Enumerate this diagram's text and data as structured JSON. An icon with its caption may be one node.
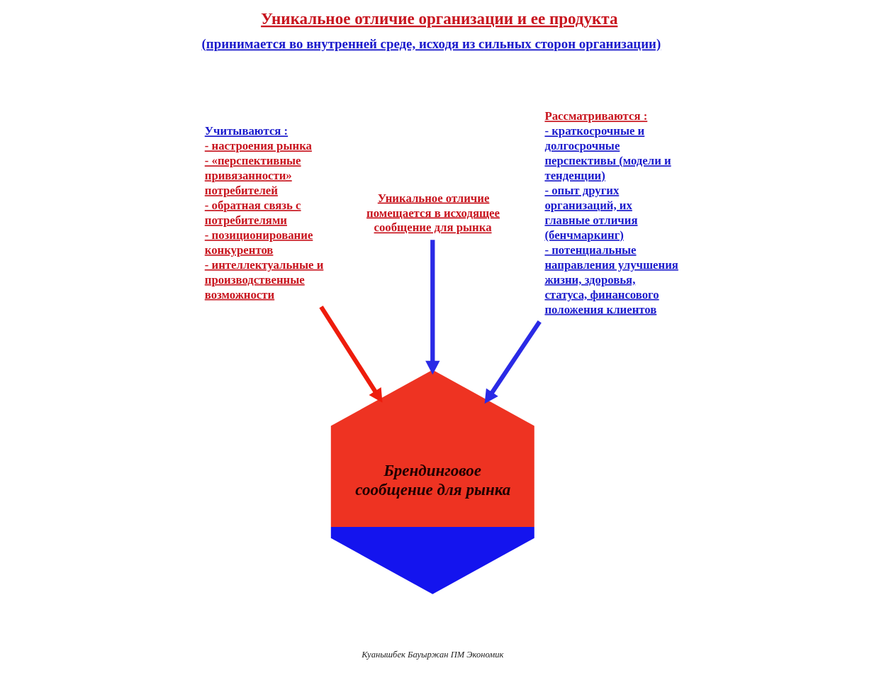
{
  "diagram": {
    "title": "Уникальное отличие организации и ее продукта",
    "nodes": [
      {
        "text": [
          "Брендинговое сообщение для рынка"
        ]
      },
      {
        "text": [
          "Уникальное отличие помещается в исходящее сообщение для рынка"
        ]
      },
      {
        "text": [
          "Учитываются :",
          "- настроения рынка",
          "- «перспективные привязанности» потребителей",
          "- обратная связь с потребителями",
          "- позиционирование конкурентов",
          "- интеллектуальные и производственные возможности"
        ]
      },
      {
        "text": [
          "Рассматриваются :",
          "- краткосрочные и долгосрочные перспективы (модели и тенденции)",
          "- опыт других организаций, их главные отличия (бенчмаркинг)",
          "- потенциальные направления улучшения жизни, здоровья, статуса, финансового положения клиентов"
        ]
      }
    ],
    "edges": [
      {
        "from": 1,
        "to": 0,
        "arrow": "to"
      },
      {
        "from": 2,
        "to": 0,
        "arrow": "to",
        "color": "#ee1c0c"
      },
      {
        "from": 3,
        "to": 0,
        "arrow": "to"
      }
    ],
    "labels": [
      "(принимается во внутренней среде, исходя из сильных сторон организации)",
      "Куанышбек Бауыржан ПМ Экономик"
    ]
  }
}
